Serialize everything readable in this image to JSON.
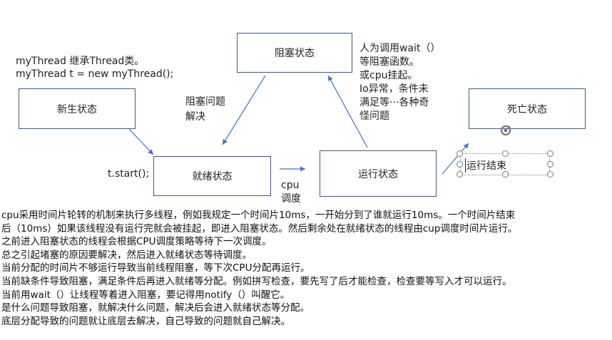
{
  "code_lines": [
    "myThread 继承Thread类。",
    "myThread t = new myThread();"
  ],
  "states": {
    "new": "新生状态",
    "ready": "就绪状态",
    "blocked": "阻塞状态",
    "running": "运行状态",
    "dead": "死亡状态"
  },
  "labels": {
    "start": "t.start();",
    "cpu_dispatch": [
      "cpu",
      "调度"
    ],
    "block_resolved": [
      "阻塞问题",
      "解决"
    ],
    "block_causes": [
      "人为调用wait（）",
      "等阻塞函数。",
      "或cpu挂起。",
      "Io异常，条件未",
      "满足等···各种奇",
      "怪问题"
    ],
    "run_end": "运行结束"
  },
  "paragraph": [
    "cpu采用时间片轮转的机制来执行多线程，例如我规定一个时间片10ms，一开始分到了谁就运行10ms。一个时间片结束",
    "后（10ms）如果该线程没有运行完就会被挂起，即进入阻塞状态。然后剩余处在就绪状态的线程由cup调度时间片运行。",
    "之前进入阻塞状态的线程会根据CPU调度策略等待下一次调度。",
    "总之引起堵塞的原因要解决，然后进入就绪状态等待调度。",
    "当前分配的时间片不够运行导致当前线程阻塞，等下次CPU分配再运行。",
    "当前缺条件导致阻塞，满足条件后再进入就绪等分配。例如拼写检查，要先写了后才能检查，检查要等写入才可以运行。",
    "当前用wait（）让线程等着进入阻塞，要记得用notify（）叫醒它。",
    "是什么问题导致阻塞，就解决什么问题，解决后会进入就绪状态等分配。",
    "底层分配导致的问题就让底层去解决，自己导致的问题就自己解决。"
  ],
  "colors": {
    "box_border": "#3c5a88",
    "arrow": "#4472c4"
  }
}
